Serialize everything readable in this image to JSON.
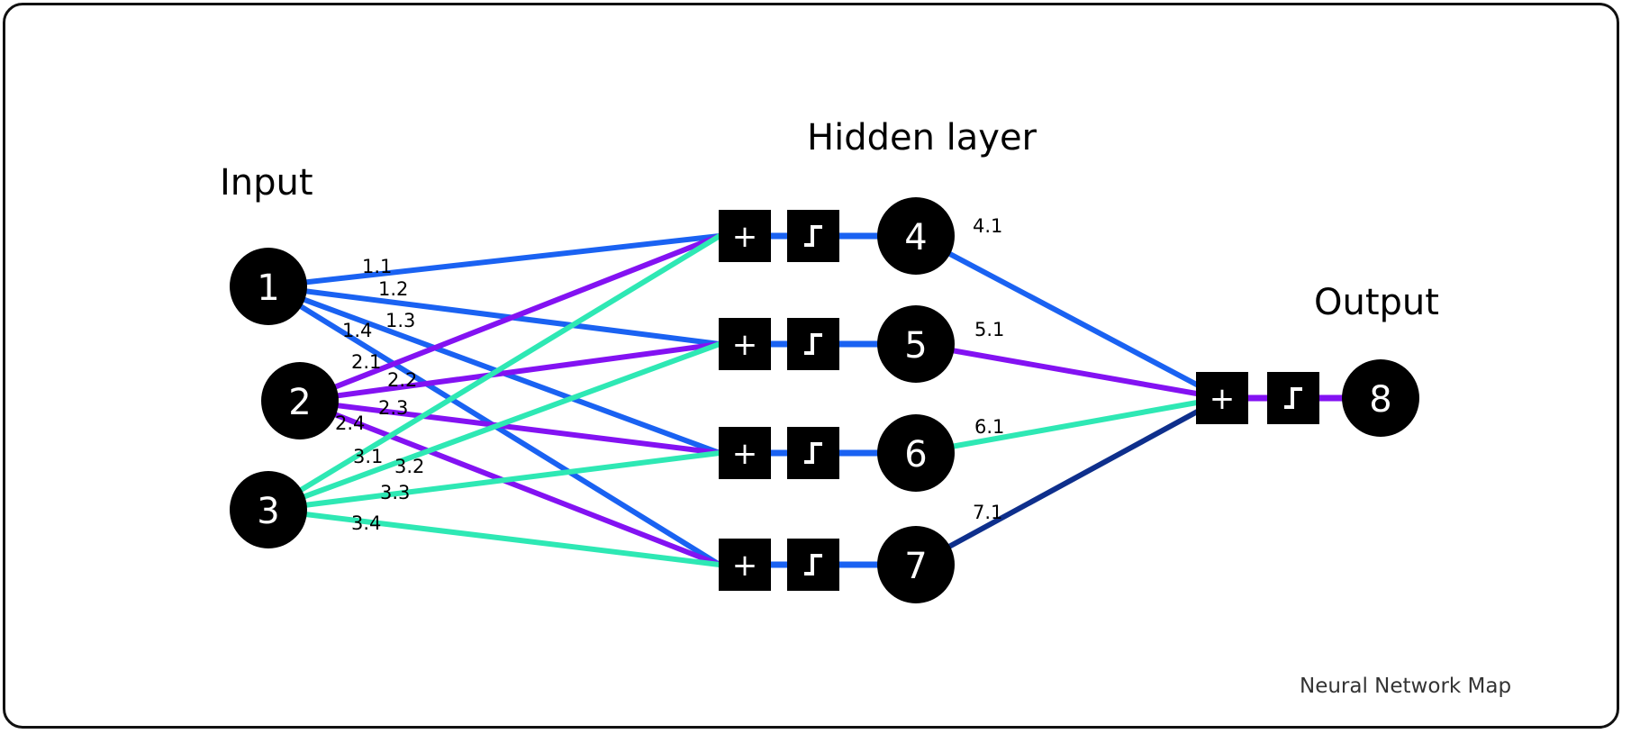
{
  "title_caption": "Neural Network Map",
  "layers": {
    "input": "Input",
    "hidden": "Hidden layer",
    "output": "Output"
  },
  "colors": {
    "node_1": "#1a62f2",
    "node_2": "#8312f2",
    "node_3": "#2ee8b4",
    "node_7": "#0e2f8c",
    "node_fill": "#000000",
    "edge_into_hidden": "#1a62f2",
    "edge_into_output": "#8312f2"
  },
  "icons": {
    "sum": "plus-icon",
    "activation": "step-function-icon"
  },
  "nodes": {
    "input": [
      "1",
      "2",
      "3"
    ],
    "hidden": [
      "4",
      "5",
      "6",
      "7"
    ],
    "output": [
      "8"
    ]
  },
  "weights": {
    "from_1": [
      "1.1",
      "1.2",
      "1.3",
      "1.4"
    ],
    "from_2": [
      "2.1",
      "2.2",
      "2.3",
      "2.4"
    ],
    "from_3": [
      "3.1",
      "3.2",
      "3.3",
      "3.4"
    ],
    "hidden_to_output": [
      "4.1",
      "5.1",
      "6.1",
      "7.1"
    ]
  },
  "symbols": {
    "sum": "+"
  }
}
